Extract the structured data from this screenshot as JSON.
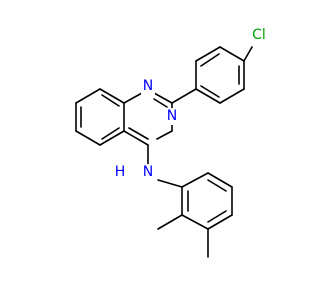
{
  "molecule": {
    "atom_labels": {
      "n_top": "N",
      "n_mid": "N",
      "nh": "N",
      "h": "H",
      "cl": "Cl"
    },
    "colors": {
      "bond": "#000000",
      "nitrogen": "#0000ff",
      "chlorine": "#00a000",
      "background": "#ffffff"
    }
  }
}
